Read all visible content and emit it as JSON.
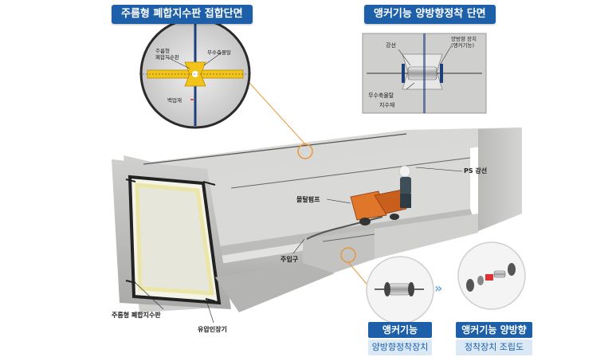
{
  "titles": {
    "left": "주름형 폐합지수판 접합단면",
    "right": "앵커기능 양방향정착 단면"
  },
  "detail_left": {
    "label_waterstop": "주름형\n폐합지수판",
    "label_grout": "무수축몰탈",
    "label_backup": "백업재"
  },
  "detail_right": {
    "label_strand": "강선",
    "label_device": "양방향 장치\n(앵커기능)",
    "label_grout": "무수축몰탈",
    "label_seal": "지수재"
  },
  "main": {
    "label_ps": "PS 강선",
    "label_pump": "몰탈펌프",
    "label_inlet": "주입구",
    "label_waterstop": "주름형 폐합지수판",
    "label_device": "유압인장기"
  },
  "badges": {
    "left_top": "앵커기능",
    "left_bottom": "양방향정착장치",
    "right_top": "앵커기능 양방향",
    "right_bottom": "정착장치 조립도"
  },
  "colors": {
    "accent_blue": "#1d5fa8",
    "light_blue": "#dbe9f6",
    "orange_ring": "#e8973a",
    "concrete": "#c9c9c7",
    "pump_orange": "#e0762a"
  }
}
